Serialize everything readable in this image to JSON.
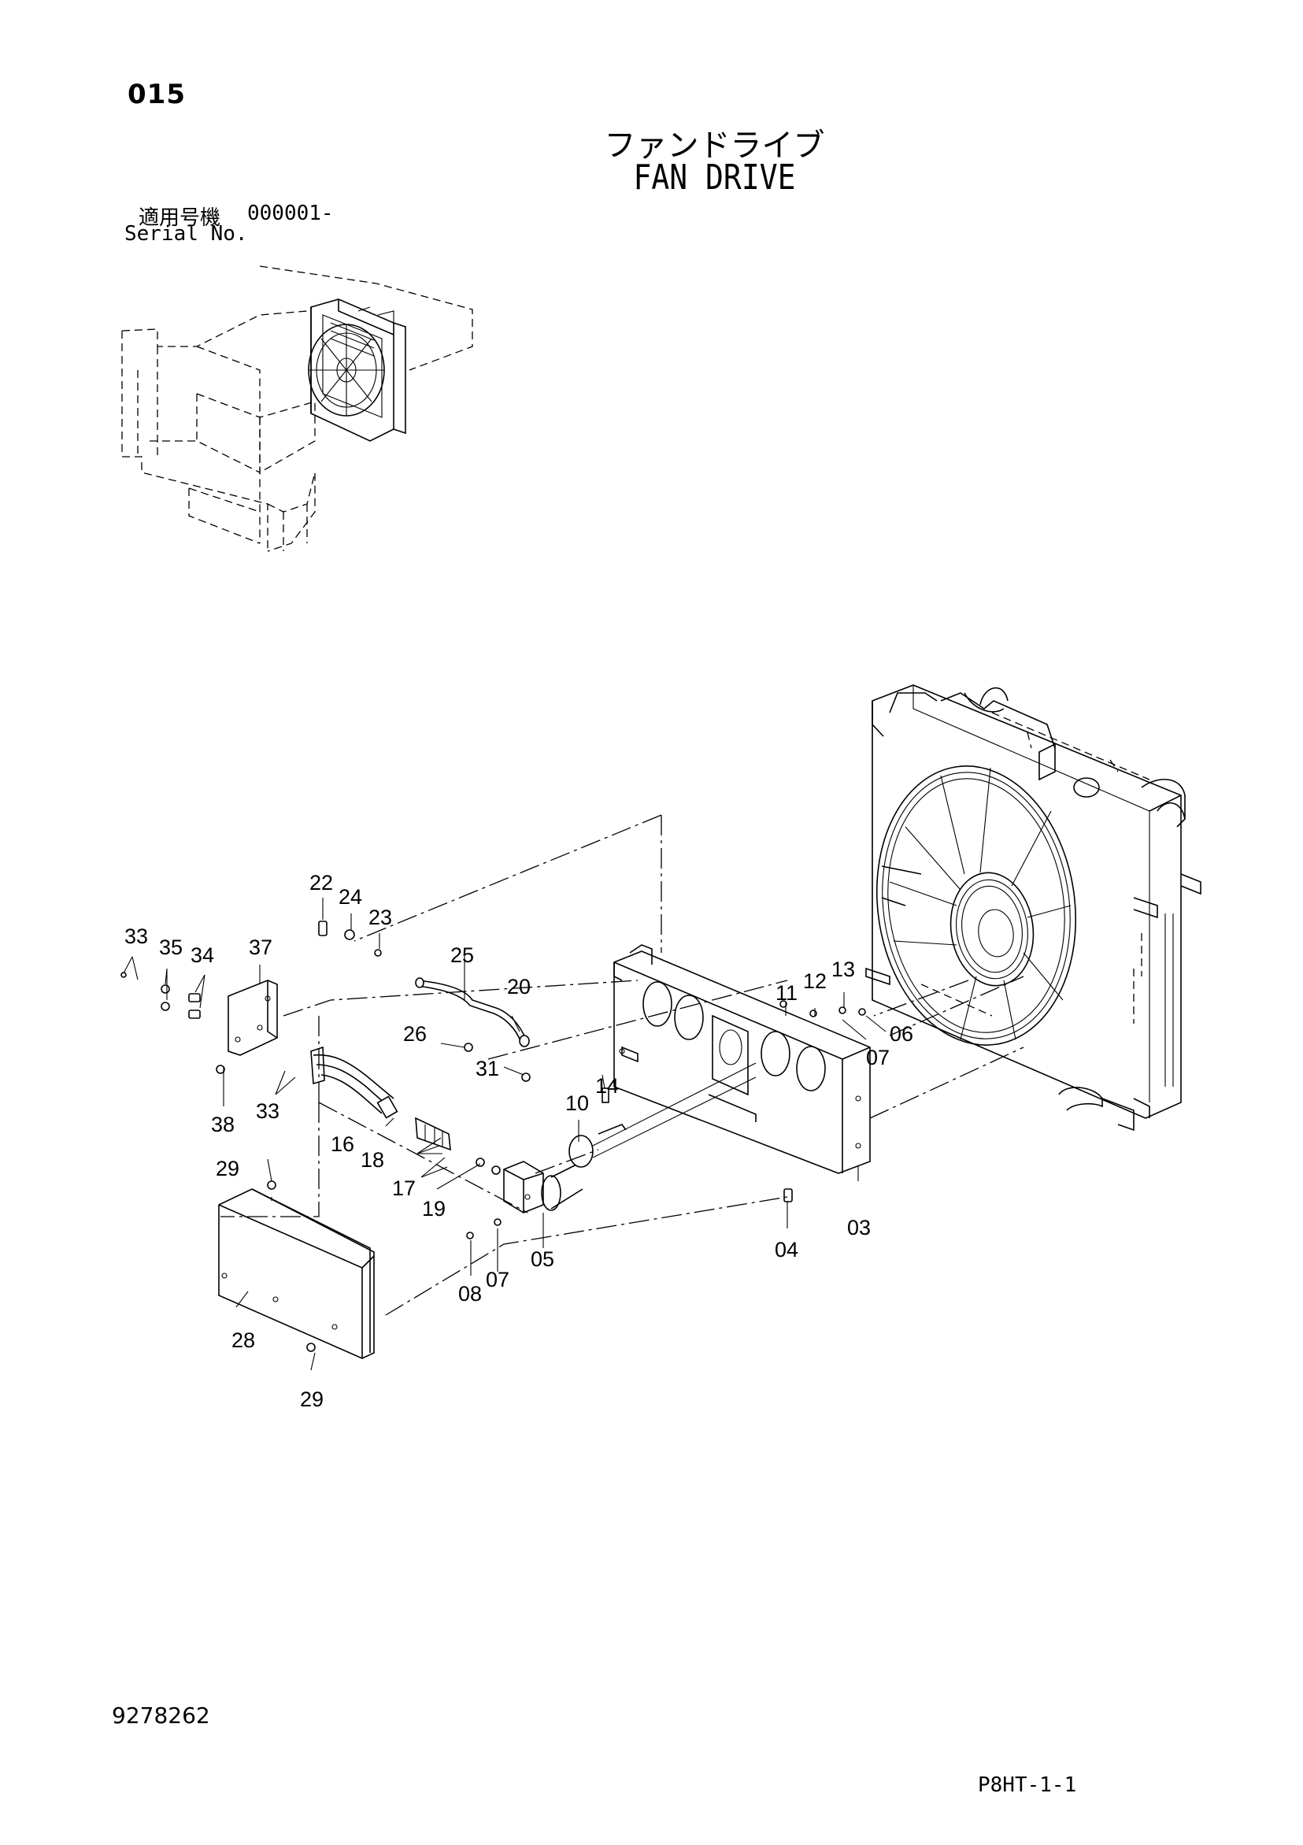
{
  "header": {
    "page_number": "015",
    "title_jp": "ファンドライブ",
    "title_en": "FAN DRIVE",
    "serial_label_jp": "適用号機",
    "serial_range": "000001-",
    "serial_label_en": "Serial No."
  },
  "callouts": [
    {
      "id": "c22",
      "label": "22"
    },
    {
      "id": "c24",
      "label": "24"
    },
    {
      "id": "c23",
      "label": "23"
    },
    {
      "id": "c33a",
      "label": "33"
    },
    {
      "id": "c35",
      "label": "35"
    },
    {
      "id": "c34",
      "label": "34"
    },
    {
      "id": "c37",
      "label": "37"
    },
    {
      "id": "c25",
      "label": "25"
    },
    {
      "id": "c20",
      "label": "20"
    },
    {
      "id": "c26",
      "label": "26"
    },
    {
      "id": "c31",
      "label": "31"
    },
    {
      "id": "c14",
      "label": "14"
    },
    {
      "id": "c10",
      "label": "10"
    },
    {
      "id": "c38",
      "label": "38"
    },
    {
      "id": "c33b",
      "label": "33"
    },
    {
      "id": "c16",
      "label": "16"
    },
    {
      "id": "c18",
      "label": "18"
    },
    {
      "id": "c17",
      "label": "17"
    },
    {
      "id": "c19",
      "label": "19"
    },
    {
      "id": "c29a",
      "label": "29"
    },
    {
      "id": "c05",
      "label": "05"
    },
    {
      "id": "c08",
      "label": "08"
    },
    {
      "id": "c07a",
      "label": "07"
    },
    {
      "id": "c28",
      "label": "28"
    },
    {
      "id": "c29b",
      "label": "29"
    },
    {
      "id": "c11",
      "label": "11"
    },
    {
      "id": "c12",
      "label": "12"
    },
    {
      "id": "c13",
      "label": "13"
    },
    {
      "id": "c06",
      "label": "06"
    },
    {
      "id": "c07b",
      "label": "07"
    },
    {
      "id": "c04",
      "label": "04"
    },
    {
      "id": "c03",
      "label": "03"
    }
  ],
  "footer": {
    "doc_number": "9278262",
    "sheet_code": "P8HT-1-1"
  }
}
